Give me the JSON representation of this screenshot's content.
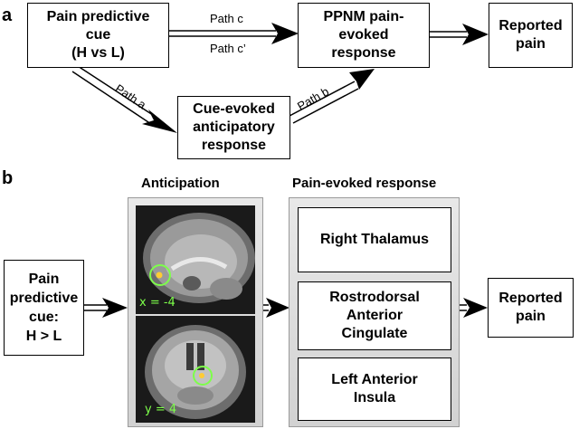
{
  "panel_a": {
    "letter": "a",
    "cue_box": "Pain predictive\ncue\n(H vs L)",
    "ppnm_box": "PPNM pain-\nevoked\nresponse",
    "reported_box": "Reported\npain",
    "anticipatory_box": "Cue-evoked\nanticipatory\nresponse",
    "path_c": "Path c",
    "path_c_prime": "Path c’",
    "path_a": "Path a",
    "path_b": "Path b"
  },
  "panel_b": {
    "letter": "b",
    "anticipation_title": "Anticipation",
    "pain_evoked_title": "Pain-evoked response",
    "cue_box": "Pain\npredictive\ncue:\nH > L",
    "sagittal_coord": "x = -4",
    "coronal_coord": "y = 4",
    "region_1": "Right Thalamus",
    "region_2": "Rostrodorsal\nAnterior\nCingulate",
    "region_3": "Left Anterior\nInsula",
    "reported_box": "Reported\npain"
  },
  "colors": {
    "highlight_circle": "#7dff4a",
    "blob": "#ffcc33"
  }
}
